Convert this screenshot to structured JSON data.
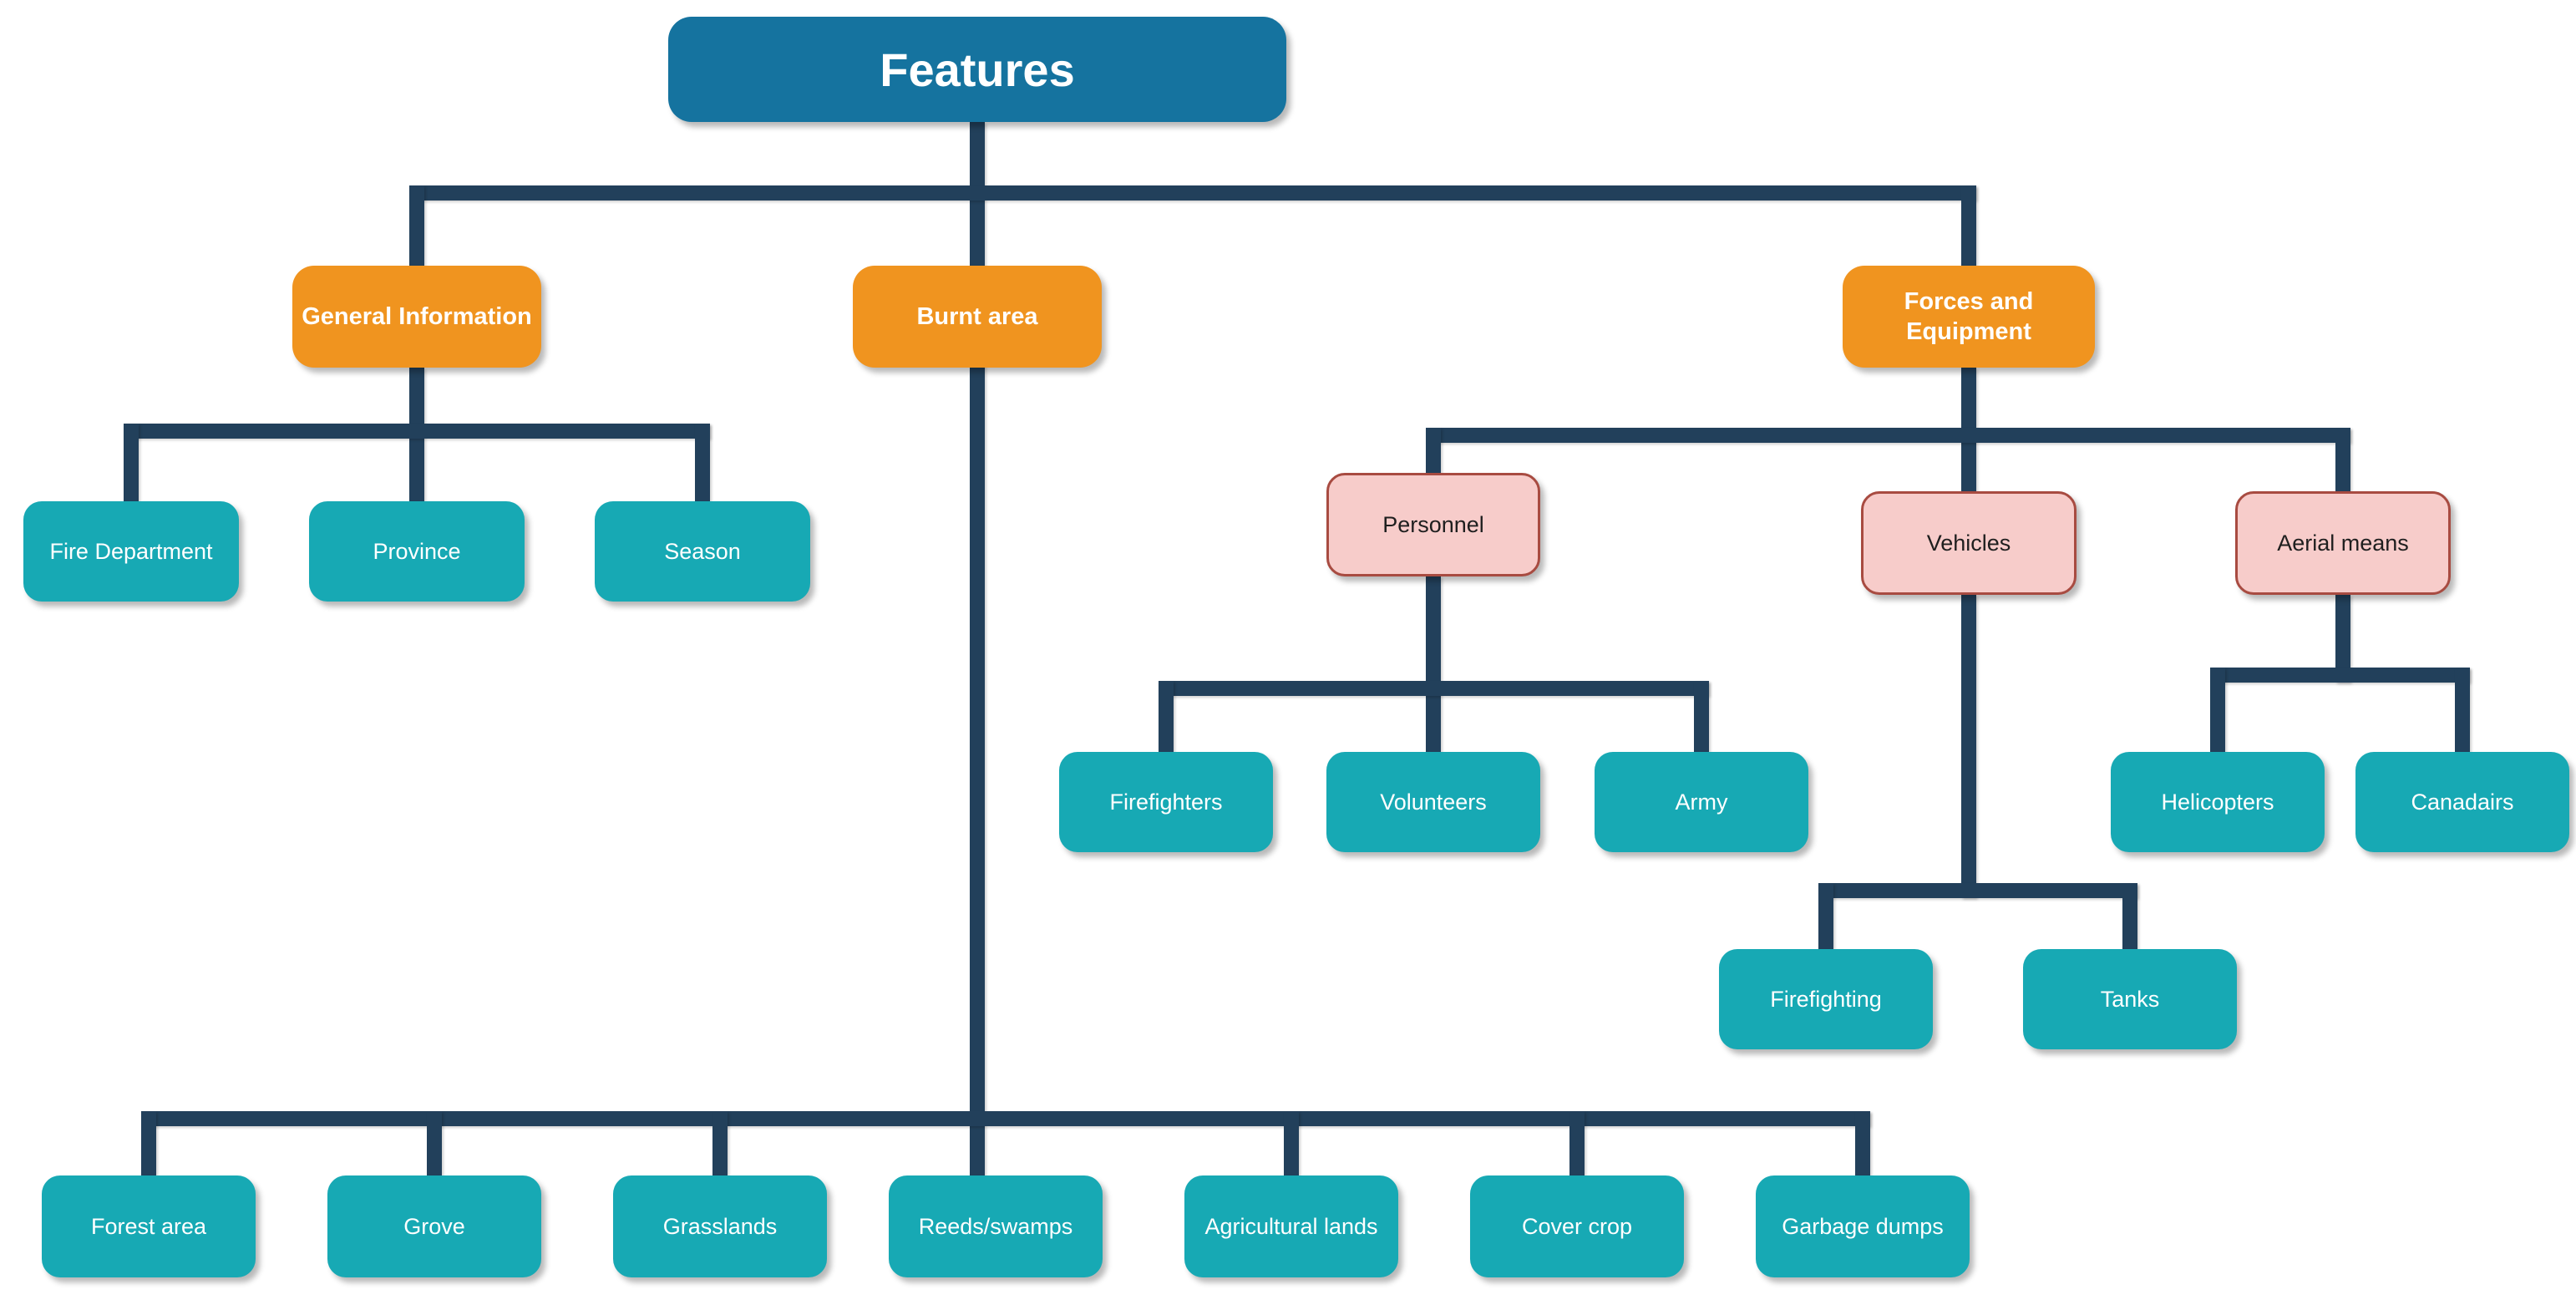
{
  "title": "Features",
  "colors": {
    "root_blue": "#15739f",
    "branch_orange": "#f0941f",
    "leaf_teal": "#17a9b4",
    "sub_pink_fill": "#f7ccca",
    "sub_pink_border": "#a84b41",
    "connector_navy": "#22405b",
    "text_on_color": "#ffffff",
    "text_on_pink": "#1f1f1f",
    "background": "#ffffff"
  },
  "nodes": [
    {
      "id": "features",
      "label": "Features",
      "type": "root"
    },
    {
      "id": "general-information",
      "label": "General Information",
      "type": "branch"
    },
    {
      "id": "burnt-area",
      "label": "Burnt area",
      "type": "branch"
    },
    {
      "id": "forces-and-equipment",
      "label": "Forces and Equipment",
      "type": "branch"
    },
    {
      "id": "fire-department",
      "label": "Fire Department",
      "type": "leaf"
    },
    {
      "id": "province",
      "label": "Province",
      "type": "leaf"
    },
    {
      "id": "season",
      "label": "Season",
      "type": "leaf"
    },
    {
      "id": "personnel",
      "label": "Personnel",
      "type": "sub"
    },
    {
      "id": "vehicles",
      "label": "Vehicles",
      "type": "sub"
    },
    {
      "id": "aerial-means",
      "label": "Aerial means",
      "type": "sub"
    },
    {
      "id": "firefighters",
      "label": "Firefighters",
      "type": "leaf"
    },
    {
      "id": "volunteers",
      "label": "Volunteers",
      "type": "leaf"
    },
    {
      "id": "army",
      "label": "Army",
      "type": "leaf"
    },
    {
      "id": "helicopters",
      "label": "Helicopters",
      "type": "leaf"
    },
    {
      "id": "canadairs",
      "label": "Canadairs",
      "type": "leaf"
    },
    {
      "id": "firefighting",
      "label": "Firefighting",
      "type": "leaf"
    },
    {
      "id": "tanks",
      "label": "Tanks",
      "type": "leaf"
    },
    {
      "id": "forest-area",
      "label": "Forest area",
      "type": "leaf"
    },
    {
      "id": "grove",
      "label": "Grove",
      "type": "leaf"
    },
    {
      "id": "grasslands",
      "label": "Grasslands",
      "type": "leaf"
    },
    {
      "id": "reeds-swamps",
      "label": "Reeds/swamps",
      "type": "leaf"
    },
    {
      "id": "agricultural-lands",
      "label": "Agricultural lands",
      "type": "leaf"
    },
    {
      "id": "cover-crop",
      "label": "Cover crop",
      "type": "leaf"
    },
    {
      "id": "garbage-dumps",
      "label": "Garbage dumps",
      "type": "leaf"
    }
  ],
  "hierarchy": [
    {
      "parent": "features",
      "children": [
        "general-information",
        "burnt-area",
        "forces-and-equipment"
      ]
    },
    {
      "parent": "general-information",
      "children": [
        "fire-department",
        "province",
        "season"
      ]
    },
    {
      "parent": "burnt-area",
      "children": [
        "forest-area",
        "grove",
        "grasslands",
        "reeds-swamps",
        "agricultural-lands",
        "cover-crop",
        "garbage-dumps"
      ]
    },
    {
      "parent": "forces-and-equipment",
      "children": [
        "personnel",
        "vehicles",
        "aerial-means"
      ]
    },
    {
      "parent": "personnel",
      "children": [
        "firefighters",
        "volunteers",
        "army"
      ]
    },
    {
      "parent": "vehicles",
      "children": [
        "firefighting",
        "tanks"
      ]
    },
    {
      "parent": "aerial-means",
      "children": [
        "helicopters",
        "canadairs"
      ]
    }
  ]
}
